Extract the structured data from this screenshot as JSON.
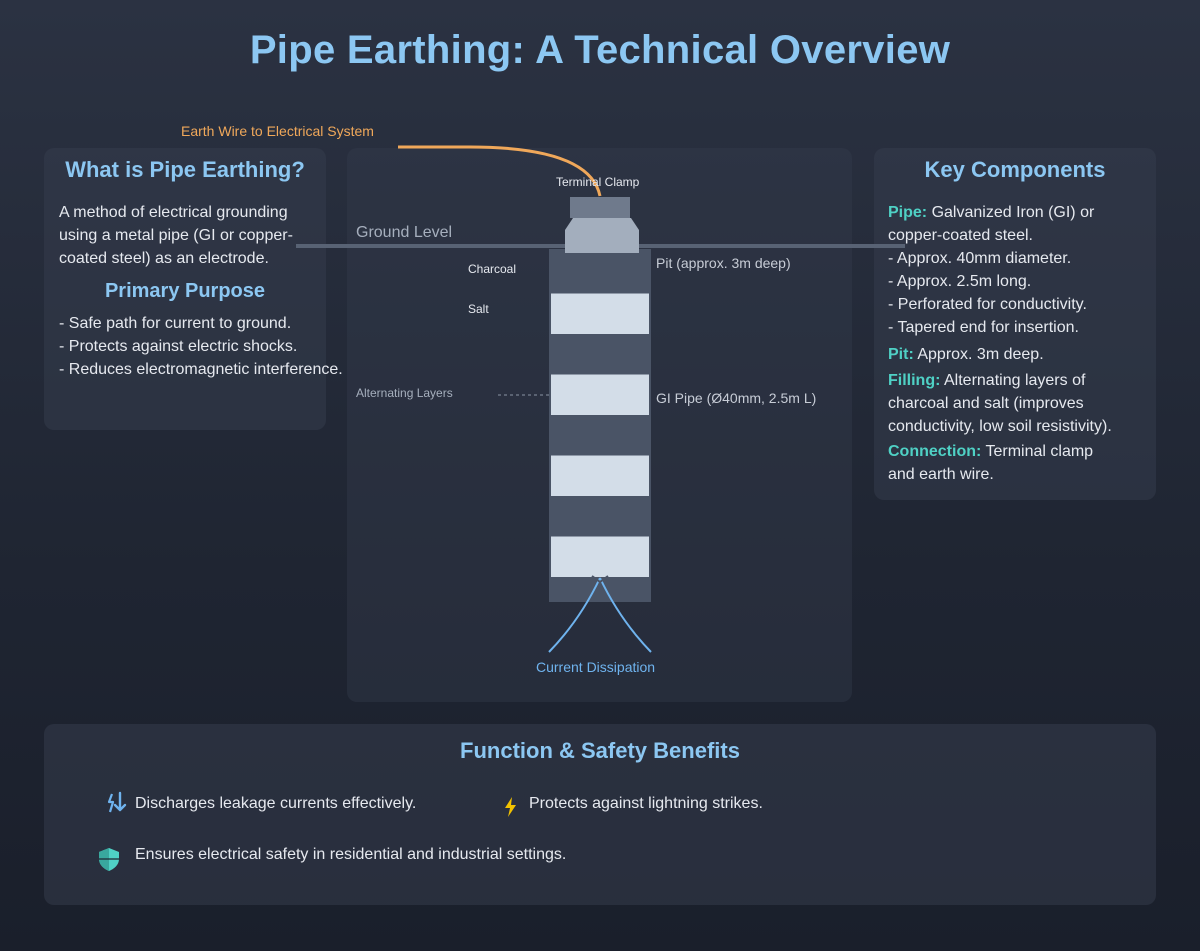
{
  "title": "Pipe Earthing: A Technical Overview",
  "left_card": {
    "heading": "What is Pipe Earthing?",
    "description_lines": [
      "A method of electrical grounding",
      "using a metal pipe (GI or copper-",
      "coated steel) as an electrode."
    ],
    "purpose_heading": "Primary Purpose",
    "purpose_items": [
      "- Safe path for current to ground.",
      "- Protects against electric shocks.",
      "- Reduces electromagnetic interference."
    ]
  },
  "diagram": {
    "wire_label": "Earth Wire to Electrical System",
    "clamp_label": "Terminal Clamp",
    "ground_label": "Ground Level",
    "charcoal_label": "Charcoal",
    "salt_label": "Salt",
    "pit_label": "Pit (approx. 3m deep)",
    "alternating_label": "Alternating Layers",
    "pipe_label": "GI Pipe (Ø40mm, 2.5m L)",
    "dissipation_label": "Current Dissipation",
    "colors": {
      "wire": "#f0a85a",
      "charcoal_layer": "#4a5466",
      "salt_layer": "#d3dde8",
      "clamp": "#6f7a8c",
      "pipe_top": "#a3aebd",
      "dissipation": "#6fb3ee"
    },
    "layer_sequence": [
      "charcoal",
      "salt",
      "charcoal",
      "salt",
      "charcoal",
      "salt",
      "charcoal",
      "salt"
    ]
  },
  "key_components": {
    "heading": "Key Components",
    "pipe_term": "Pipe:",
    "pipe_text_line1": " Galvanized Iron (GI) or",
    "pipe_text_line2": "copper-coated steel.",
    "pipe_details": [
      "- Approx. 40mm diameter.",
      "- Approx. 2.5m long.",
      "- Perforated for conductivity.",
      "- Tapered end for insertion."
    ],
    "pit_term": "Pit:",
    "pit_text": " Approx. 3m deep.",
    "filling_term": "Filling:",
    "filling_text_line1": " Alternating layers of",
    "filling_text_line2": "charcoal and salt (improves",
    "filling_text_line3": "conductivity, low soil resistivity).",
    "connection_term": "Connection:",
    "connection_text_line1": " Terminal clamp",
    "connection_text_line2": "and earth wire.",
    "term_color": "#4fd1c5"
  },
  "benefits": {
    "heading": "Function & Safety Benefits",
    "items": [
      {
        "icon": "leakage-current-icon",
        "text": "Discharges leakage currents effectively."
      },
      {
        "icon": "lightning-icon",
        "text": "Protects against lightning strikes."
      },
      {
        "icon": "shield-icon",
        "text": "Ensures electrical safety in residential and industrial settings."
      }
    ]
  }
}
